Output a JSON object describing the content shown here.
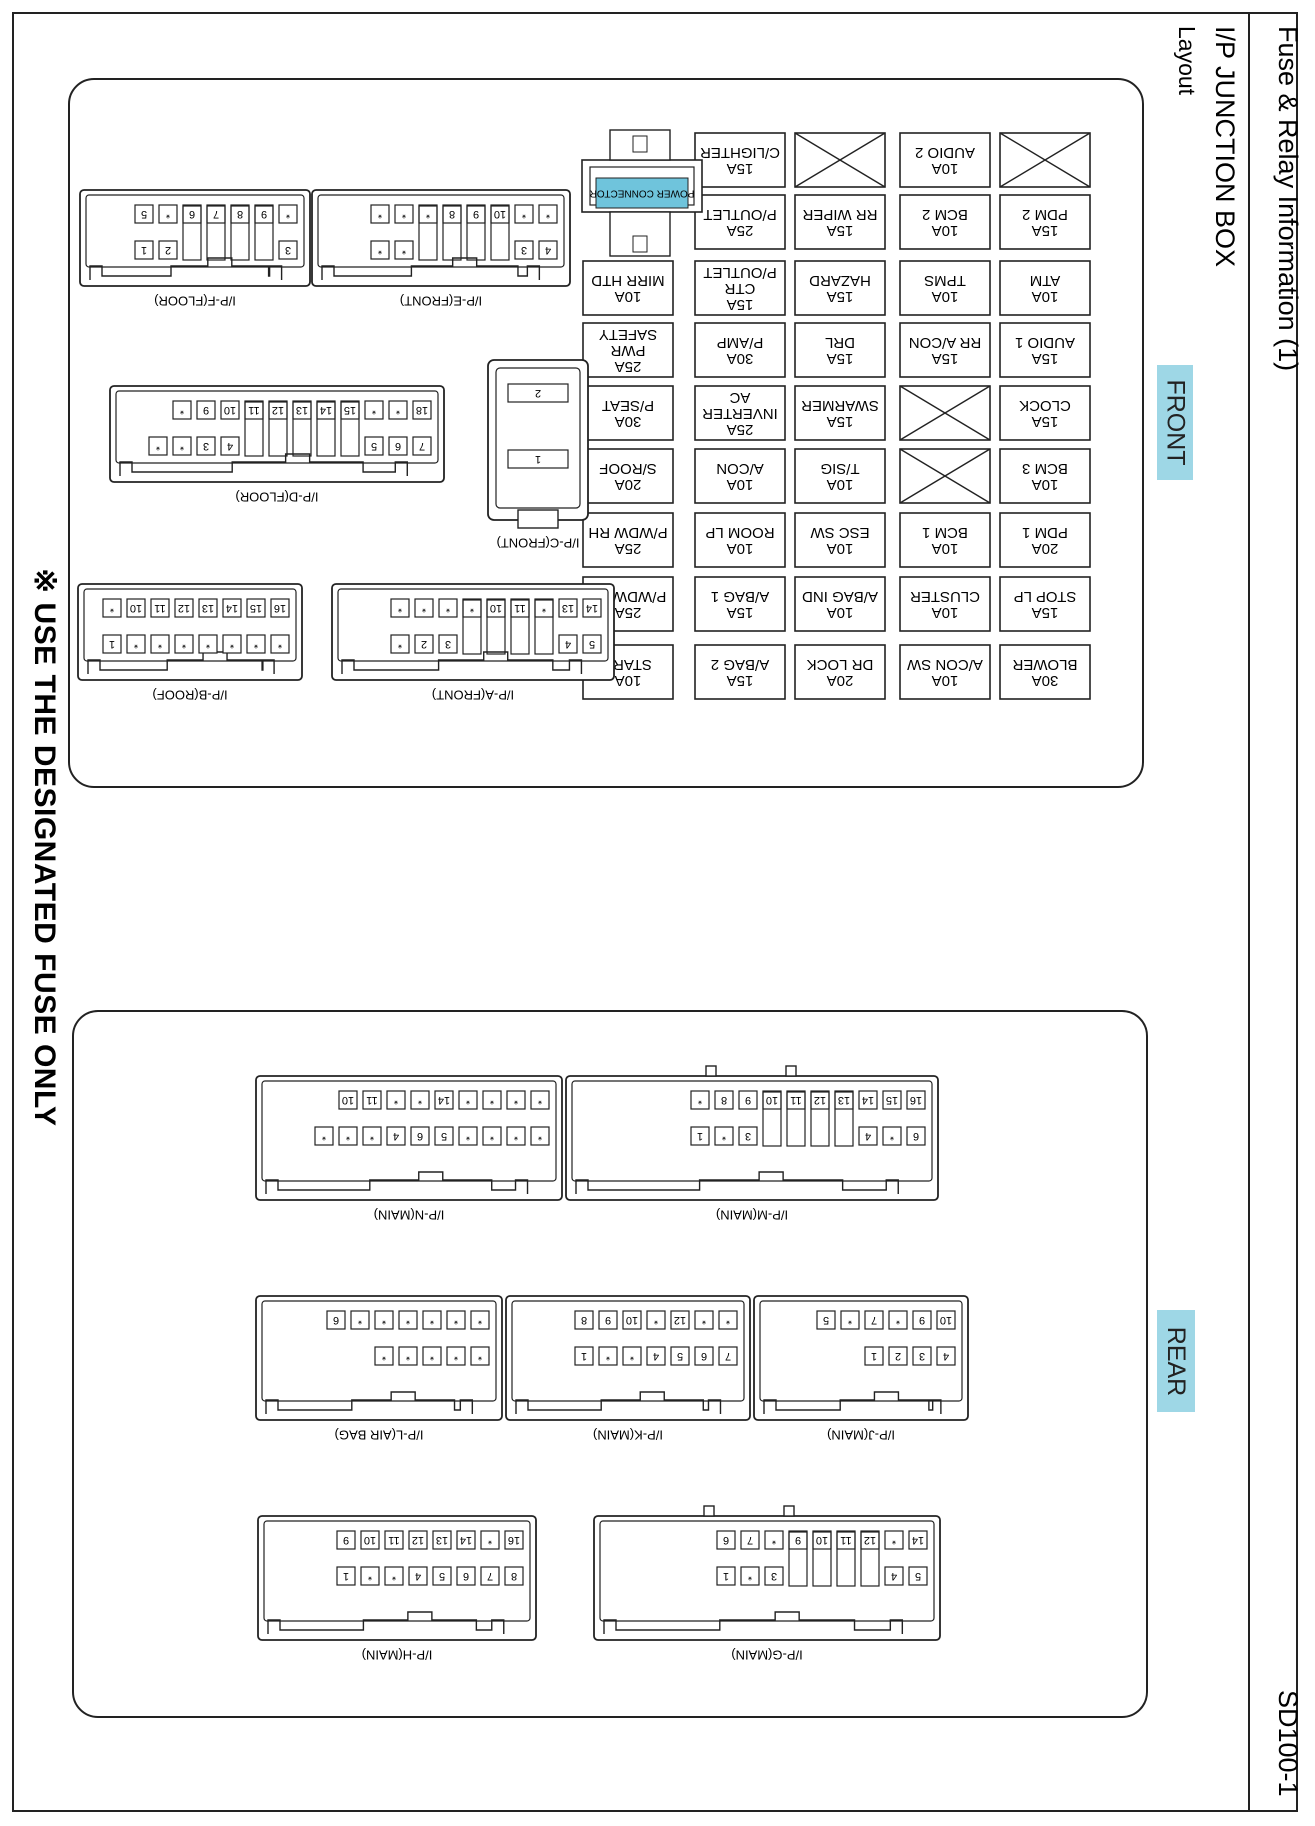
{
  "header": {
    "title": "Fuse & Relay Information (1)",
    "subtitle": "I/P JUNCTION BOX",
    "layout_label": "Layout",
    "page_code": "SD100-1"
  },
  "warning": "※ USE THE DESIGNATED FUSE ONLY",
  "front": {
    "label": "FRONT",
    "power_connector": "POWER CONNECTOR",
    "fuses": [
      [
        "30A BLOWER",
        "15A STOP LP",
        "20A PDM 1",
        "10A BCM 3",
        "15A CLOCK",
        "15A AUDIO 1",
        "10A ATM",
        "15A PDM 2",
        "X"
      ],
      [
        "10A A/CON SW",
        "10A CLUSTER",
        "10A BCM 1",
        "X",
        "X",
        "15A RR A/CON",
        "10A TPMS",
        "10A BCM 2",
        "10A AUDIO 2"
      ],
      [
        "20A DR LOCK",
        "10A A/BAG IND",
        "10A ESC SW",
        "10A T/SIG",
        "15A SWARMER",
        "15A DRL",
        "15A HAZARD",
        "15A RR WIPER",
        "X"
      ],
      [
        "15A A/BAG 2",
        "15A A/BAG 1",
        "10A ROOM LP",
        "10A A/CON",
        "25A AC INVERTER",
        "30A P/AMP",
        "15A P/OUTLET CTR",
        "25A P/OUTLET",
        "15A C/LIGHTER"
      ],
      [
        "10A START",
        "25A P/WDW LH",
        "25A P/WDW RH",
        "20A S/ROOF",
        "30A P/SEAT",
        "25A SAFETY PWR",
        "10A MIRR HTD"
      ]
    ],
    "connectors": [
      {
        "name": "I/P-F(FLOOR)",
        "top": [
          "*",
          "9",
          "8",
          "7",
          "6",
          "*",
          "5"
        ],
        "bottom": [
          "3",
          "",
          "",
          "",
          "",
          "2",
          "1"
        ]
      },
      {
        "name": "I/P-E(FRONT)",
        "top": [
          "*",
          "*",
          "10",
          "9",
          "8",
          "*",
          "*",
          "*"
        ],
        "bottom": [
          "4",
          "3",
          "",
          "",
          "",
          "",
          "*",
          "*"
        ]
      },
      {
        "name": "I/P-D(FLOOR)",
        "top": [
          "18",
          "*",
          "*",
          "15",
          "14",
          "13",
          "12",
          "11",
          "10",
          "9",
          "*"
        ],
        "bottom": [
          "7",
          "6",
          "5",
          "",
          "",
          "",
          "",
          "",
          "4",
          "3",
          "*",
          "*"
        ]
      },
      {
        "name": "I/P-C(FRONT)",
        "pins": [
          "2",
          "1"
        ]
      },
      {
        "name": "I/P-B(ROOF)",
        "top": [
          "16",
          "15",
          "14",
          "13",
          "12",
          "11",
          "10",
          "*"
        ],
        "bottom": [
          "*",
          "*",
          "*",
          "*",
          "*",
          "*",
          "*",
          "1"
        ]
      },
      {
        "name": "I/P-A(FRONT)",
        "top": [
          "14",
          "13",
          "*",
          "11",
          "10",
          "*",
          "*",
          "*",
          "*"
        ],
        "bottom": [
          "5",
          "4",
          "",
          "",
          "",
          "",
          "3",
          "2",
          "*"
        ]
      }
    ]
  },
  "rear": {
    "label": "REAR",
    "connectors": [
      {
        "name": "I/P-N(MAIN)",
        "top": [
          "*",
          "*",
          "*",
          "*",
          "14",
          "*",
          "*",
          "11",
          "10"
        ],
        "bottom": [
          "*",
          "*",
          "*",
          "*",
          "5",
          "6",
          "4",
          "*",
          "*",
          "*"
        ]
      },
      {
        "name": "I/P-M(MAIN)",
        "top": [
          "16",
          "15",
          "14",
          "13",
          "12",
          "11",
          "10",
          "9",
          "8",
          "*"
        ],
        "bottom": [
          "6",
          "*",
          "4",
          "",
          "",
          "",
          "",
          "3",
          "*",
          "1"
        ]
      },
      {
        "name": "I/P-L(AIR BAG)",
        "top": [
          "*",
          "*",
          "*",
          "*",
          "*",
          "*",
          "6"
        ],
        "bottom": [
          "*",
          "*",
          "*",
          "*",
          "*"
        ]
      },
      {
        "name": "I/P-K(MAIN)",
        "top": [
          "*",
          "*",
          "12",
          "*",
          "10",
          "9",
          "8"
        ],
        "bottom": [
          "7",
          "6",
          "5",
          "4",
          "*",
          "*",
          "1"
        ]
      },
      {
        "name": "I/P-J(MAIN)",
        "top": [
          "10",
          "9",
          "*",
          "7",
          "*",
          "5"
        ],
        "bottom": [
          "4",
          "3",
          "2",
          "1"
        ]
      },
      {
        "name": "I/P-H(MAIN)",
        "top": [
          "16",
          "*",
          "14",
          "13",
          "12",
          "11",
          "10",
          "9"
        ],
        "bottom": [
          "8",
          "7",
          "6",
          "5",
          "4",
          "*",
          "*",
          "1"
        ]
      },
      {
        "name": "I/P-G(MAIN)",
        "top": [
          "14",
          "*",
          "12",
          "11",
          "10",
          "9",
          "*",
          "7",
          "6"
        ],
        "bottom": [
          "5",
          "4",
          "",
          "",
          "",
          "",
          "3",
          "*",
          "1"
        ]
      }
    ]
  }
}
